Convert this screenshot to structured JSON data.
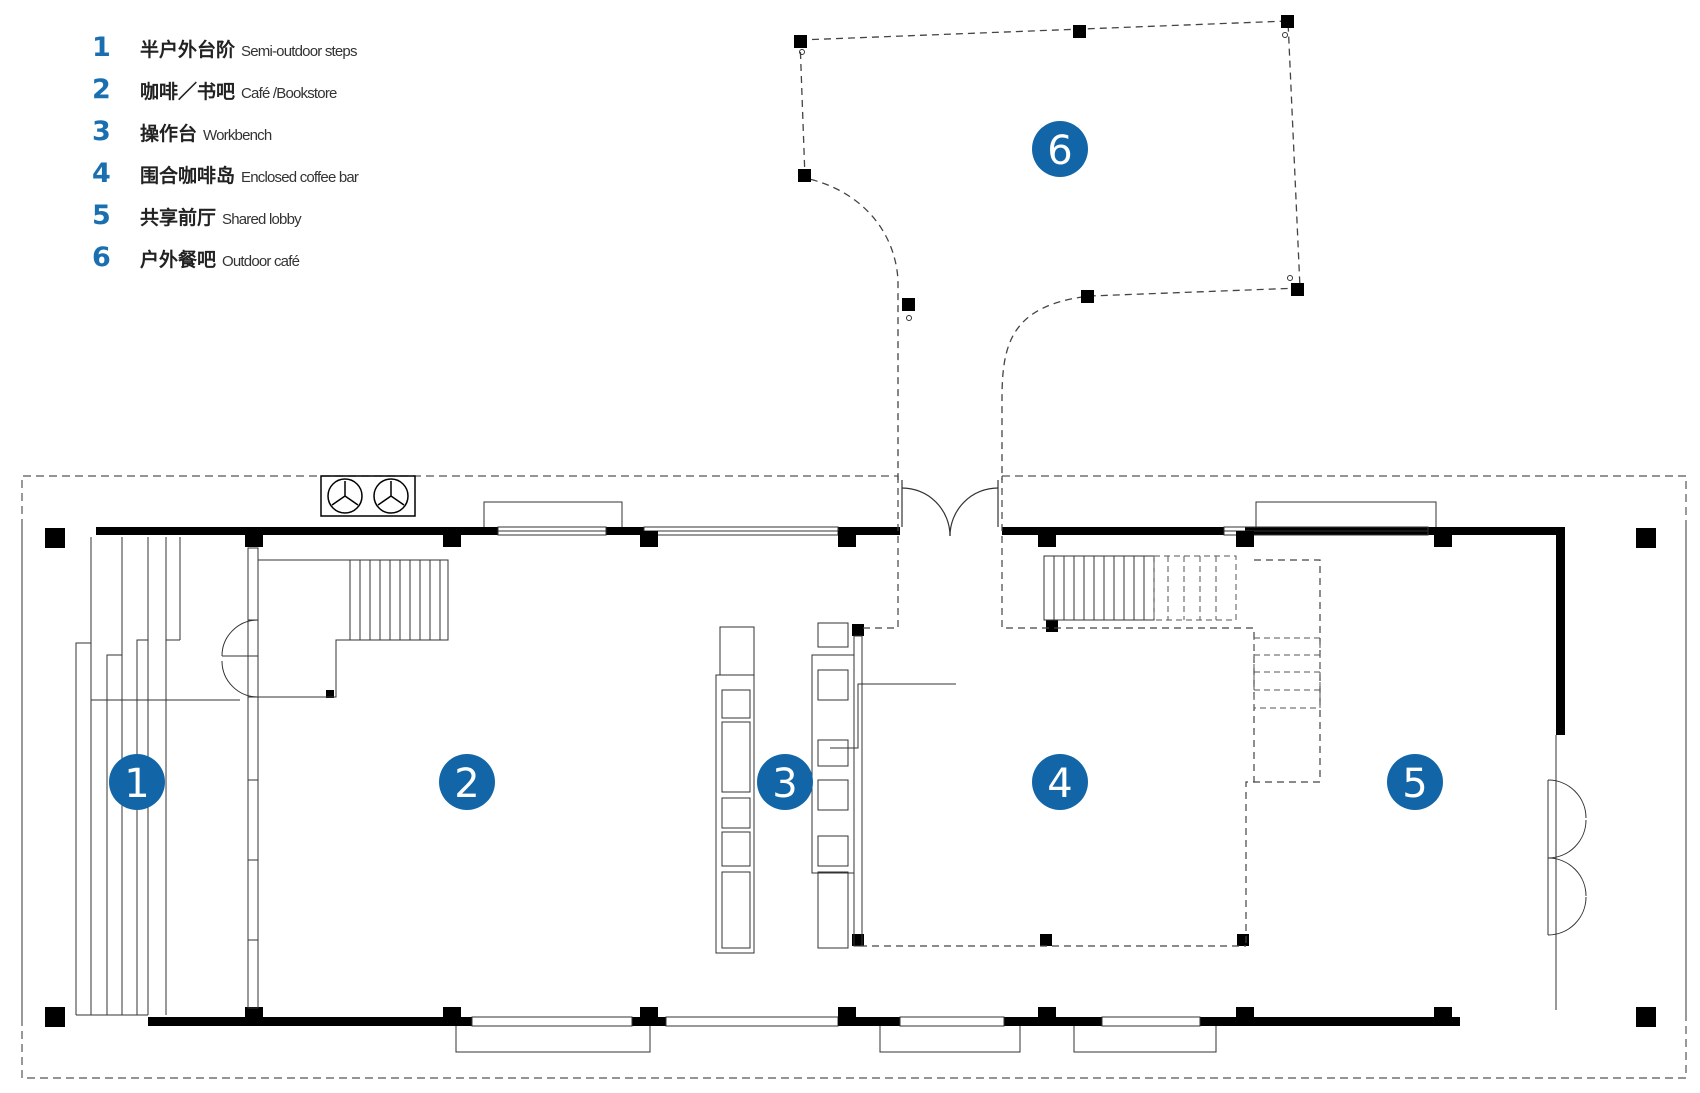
{
  "legend": [
    {
      "num": "1",
      "cn": "半户外台阶",
      "en": "Semi-outdoor steps"
    },
    {
      "num": "2",
      "cn": "咖啡／书吧",
      "en": "Café /Bookstore"
    },
    {
      "num": "3",
      "cn": "操作台",
      "en": "Workbench"
    },
    {
      "num": "4",
      "cn": "围合咖啡岛",
      "en": "Enclosed coffee bar"
    },
    {
      "num": "5",
      "cn": "共享前厅",
      "en": "Shared lobby"
    },
    {
      "num": "6",
      "cn": "户外餐吧",
      "en": "Outdoor café"
    }
  ],
  "zones": {
    "z1": "1",
    "z2": "2",
    "z3": "3",
    "z4": "4",
    "z5": "5",
    "z6": "6"
  },
  "colors": {
    "accent": "#1266a8",
    "legend_number": "#1a6fb0",
    "wall": "#000000",
    "line": "#555555"
  }
}
